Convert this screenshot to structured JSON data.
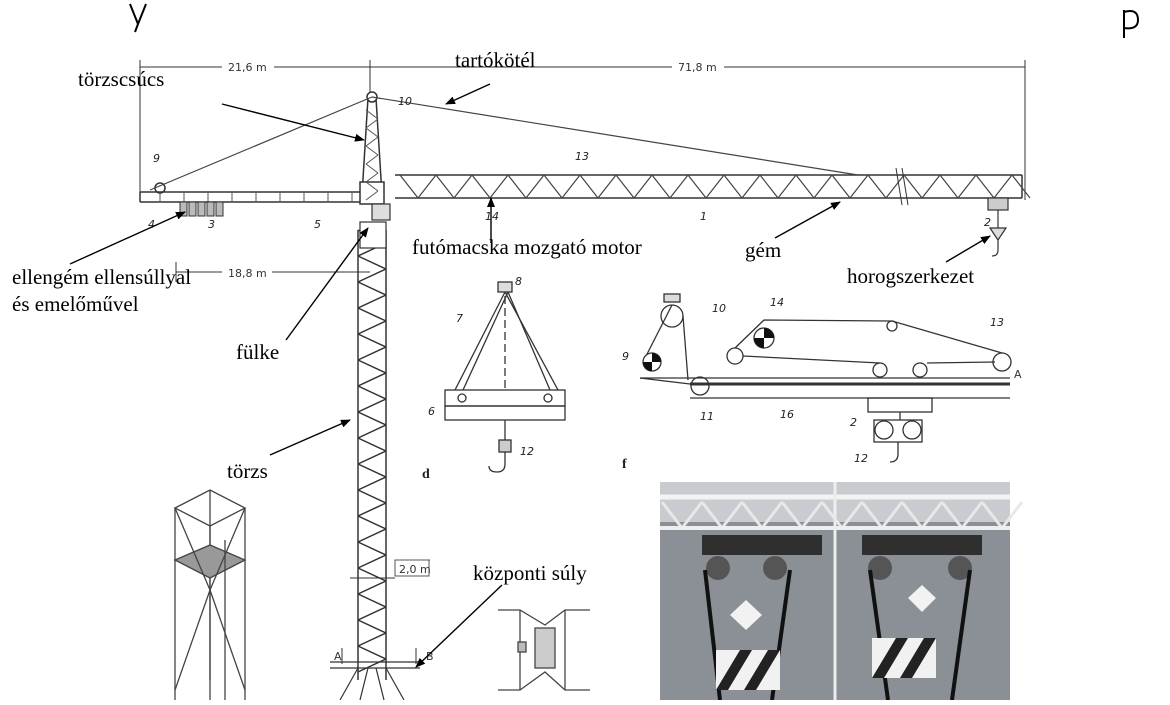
{
  "labels": {
    "torzscsucs": "törzscsúcs",
    "tartokotel": "tartókötél",
    "futomacska": "futómacska mozgató motor",
    "gem": "gém",
    "horog": "horogszerkezet",
    "ellengem": "ellengém ellensúllyal és emelőművel",
    "fulke": "fülke",
    "torzs": "törzs",
    "kozponti": "központi súly"
  },
  "dimensions": {
    "left_span": "21,6 m",
    "right_span": "71,8 m",
    "counter_span": "18,8 m",
    "mast_width": "2,0 m"
  },
  "part_numbers": [
    "1",
    "2",
    "3",
    "4",
    "5",
    "6",
    "7",
    "8",
    "9",
    "10",
    "11",
    "12",
    "13",
    "14",
    "16"
  ],
  "section_letters": {
    "a": "A",
    "b": "B",
    "d": "d",
    "f": "f"
  },
  "colors": {
    "line": "#333333",
    "photo_bg": "#8a9095",
    "weight_red": "#c0392b"
  }
}
